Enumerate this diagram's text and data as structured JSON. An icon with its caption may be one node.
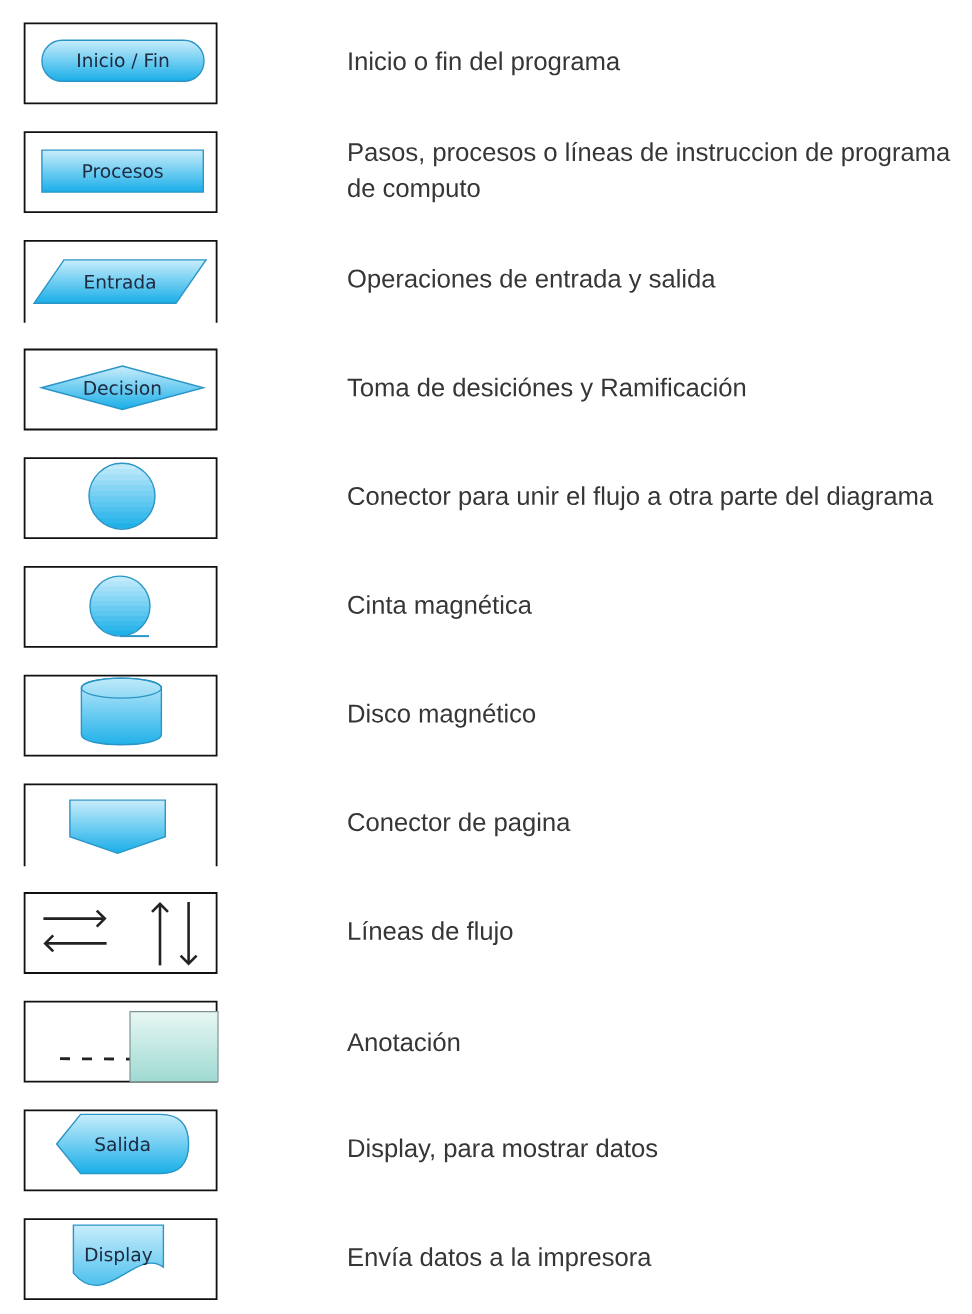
{
  "diagram": {
    "nodes": [
      {
        "text": [
          "Inicio / Fin"
        ]
      },
      {
        "text": [
          "Procesos"
        ]
      },
      {
        "text": [
          "Entrada"
        ]
      },
      {
        "text": [
          "Decision"
        ]
      },
      {
        "text": [],
        "shape": "circle"
      },
      {
        "text": [],
        "shape": "circle"
      },
      {
        "text": [],
        "shape": "cylinder"
      },
      {
        "text": [],
        "shape": "pentagon"
      },
      {
        "text": [],
        "shape": "box"
      },
      {
        "text": [
          "Salida"
        ]
      },
      {
        "text": [
          "Display"
        ]
      }
    ],
    "edges": [
      {
        "from": null,
        "to": 8,
        "arrow": "none",
        "style": "dashed"
      }
    ],
    "labels": [
      "Inicio o fin del programa",
      "Pasos, procesos o líneas de instruccion de programa de computo",
      "Operaciones de entrada y salida",
      "Toma de desiciónes y Ramificación",
      "Conector para unir el flujo a otra parte del diagrama",
      "Cinta magnética",
      "Disco magnético",
      "Conector de pagina",
      "Líneas de flujo",
      "Anotación",
      "Display, para mostrar datos",
      "Envía datos a la impresora"
    ]
  }
}
